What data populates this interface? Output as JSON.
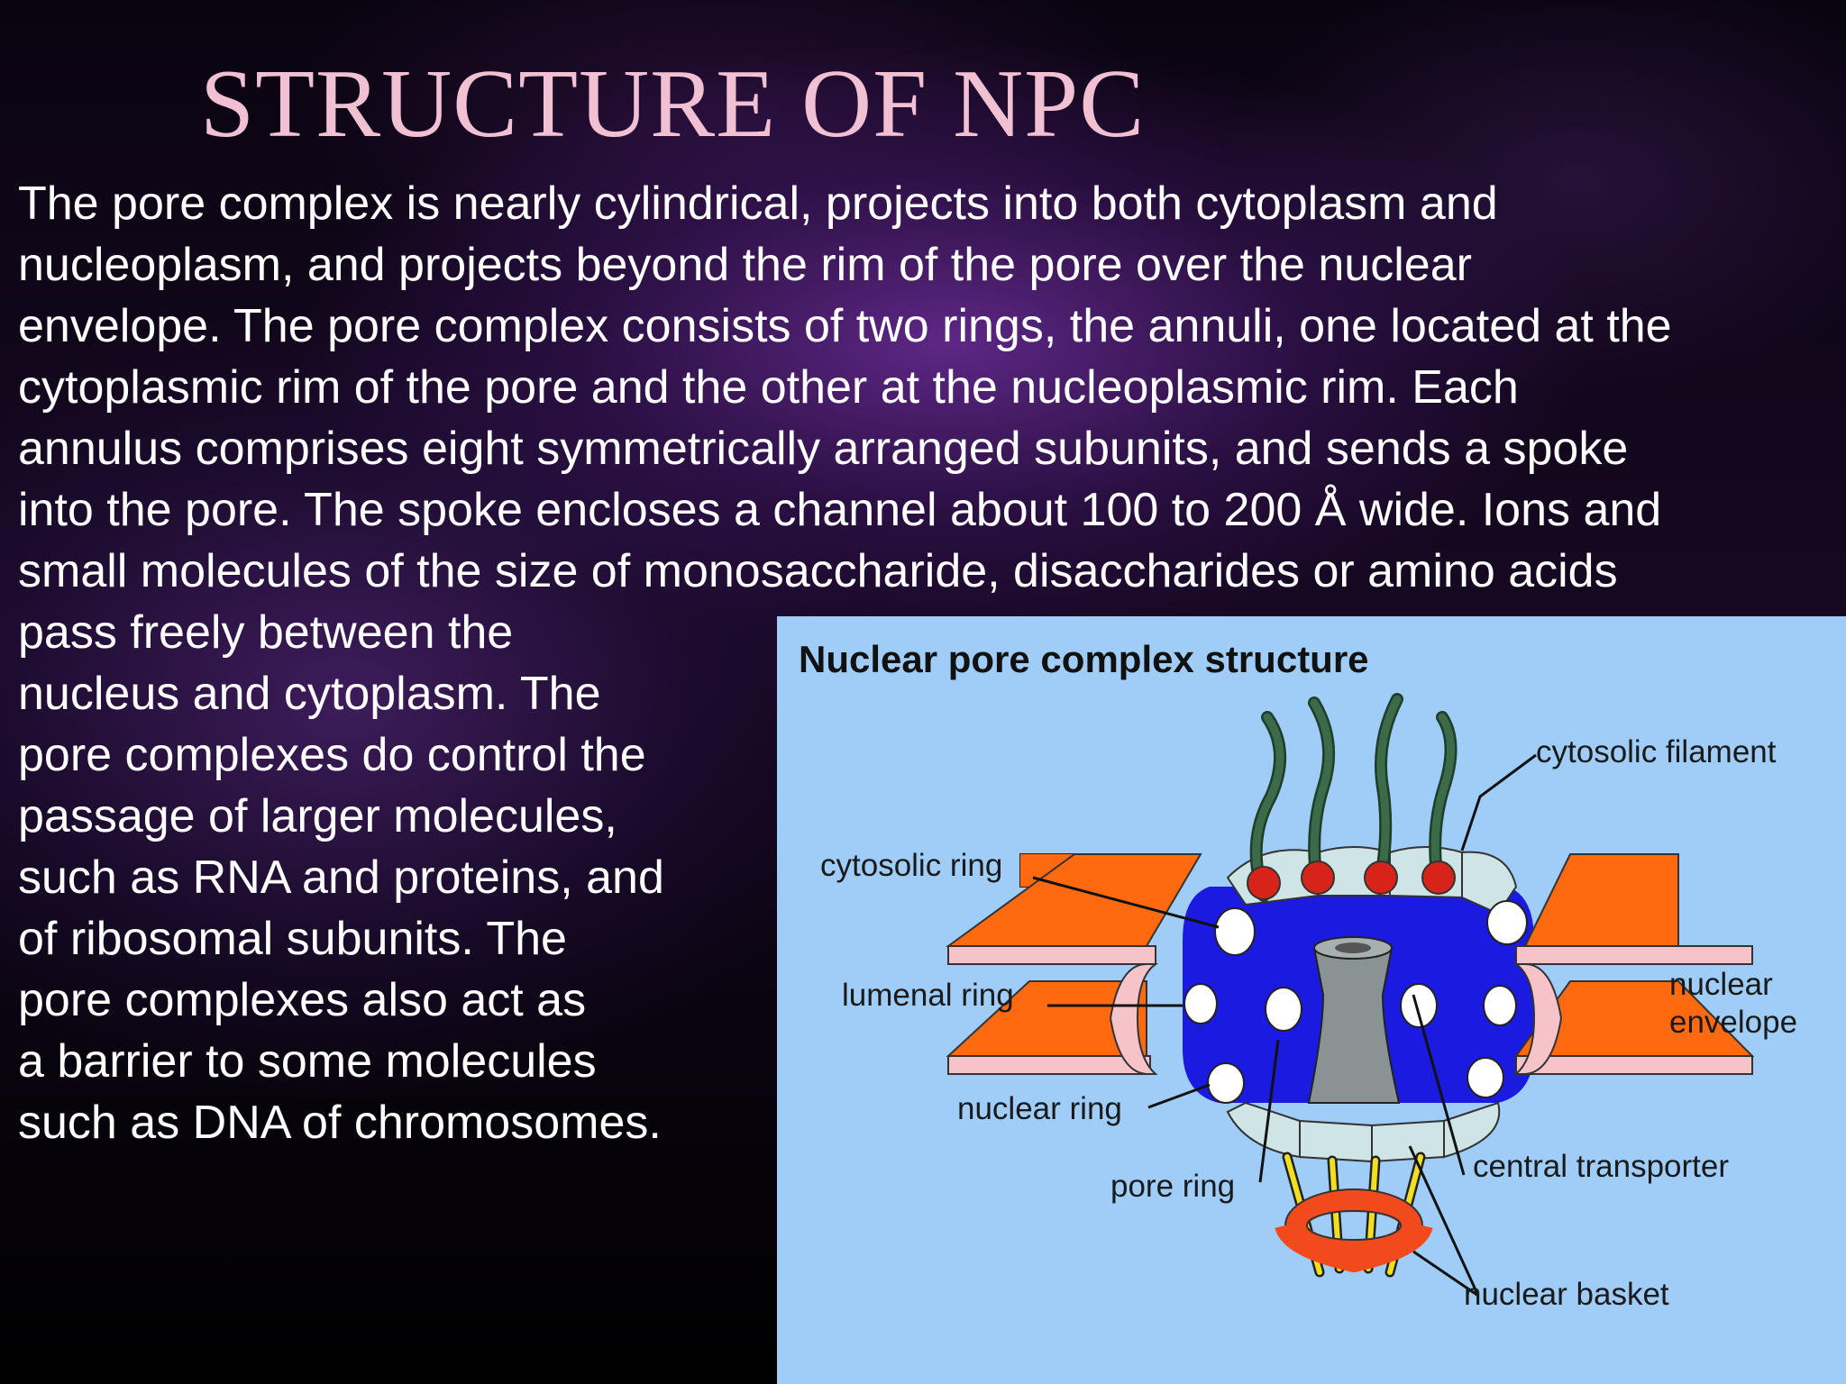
{
  "slide": {
    "title": "STRUCTURE OF NPC",
    "intro_lines": [
      " The pore complex is nearly cylindrical, projects into both cytoplasm and",
      "nucleoplasm, and projects beyond the rim of the pore over the nuclear",
      "envelope. The pore complex consists of two rings, the annuli, one located at the",
      "cytoplasmic rim of the pore and the other at the nucleoplasmic rim. Each",
      "annulus comprises eight symmetrically arranged subunits, and sends a spoke",
      "into the pore. The spoke encloses a channel about 100 to 200 Å wide. Ions and",
      "small molecules of the size of monosaccharide, disaccharides or amino acids"
    ],
    "side_lines": [
      " pass freely between the",
      " nucleus and cytoplasm. The",
      "pore complexes do control the",
      " passage of larger molecules,",
      " such as RNA and proteins, and",
      " of ribosomal subunits. The",
      " pore complexes also act as",
      "a barrier to some molecules",
      " such as DNA of chromosomes."
    ]
  },
  "figure": {
    "title": "Nuclear pore complex structure",
    "labels": {
      "cytosolic_filament": "cytosolic filament",
      "cytosolic_ring": "cytosolic ring",
      "lumenal_ring": "lumenal ring",
      "nuclear_envelope_line1": "nuclear",
      "nuclear_envelope_line2": "envelope",
      "nuclear_ring": "nuclear ring",
      "pore_ring": "pore ring",
      "central_transporter": "central transporter",
      "nuclear_basket": "nuclear basket"
    },
    "colors": {
      "background": "#9fcdf7",
      "membrane": "#ff6a10",
      "membrane_lining": "#f6c4c8",
      "pore_blue": "#1a1ae0",
      "subunit": "#ffffff",
      "ring_segment": "#cfe5e5",
      "filament": "#3c6b4a",
      "filament_tip": "#d8231a",
      "transporter": "#8a9394",
      "spoke": "#f0e020",
      "basket_ring": "#f24a1c"
    }
  }
}
